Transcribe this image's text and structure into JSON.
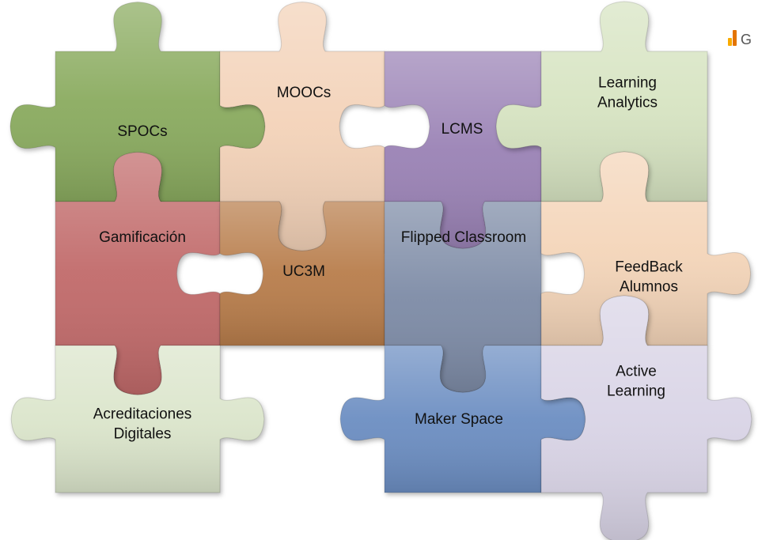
{
  "pieces": [
    {
      "id": "spocs",
      "lines": [
        "SPOCs"
      ],
      "color": "#8aab5e"
    },
    {
      "id": "moocs",
      "lines": [
        "MOOCs"
      ],
      "color": "#f3d2b8"
    },
    {
      "id": "lcms",
      "lines": [
        "LCMS"
      ],
      "color": "#9a82b5"
    },
    {
      "id": "learning-analytics",
      "lines": [
        "Learning",
        "Analytics"
      ],
      "color": "#d7e4c2"
    },
    {
      "id": "gamificacion",
      "lines": [
        "Gamificación"
      ],
      "color": "#c16b6b"
    },
    {
      "id": "uc3m",
      "lines": [
        "UC3M"
      ],
      "color": "#b87d4c"
    },
    {
      "id": "flipped-classroom",
      "lines": [
        "Flipped Classroom"
      ],
      "color": "#7d8ba6"
    },
    {
      "id": "feedback-alumnos",
      "lines": [
        "FeedBack",
        "Alumnos"
      ],
      "color": "#f4d5b9"
    },
    {
      "id": "acreditaciones-digitales",
      "lines": [
        "Acreditaciones",
        "Digitales"
      ],
      "color": "#dbe5cb"
    },
    {
      "id": "maker-space",
      "lines": [
        "Maker Space"
      ],
      "color": "#6c8ec2"
    },
    {
      "id": "active-learning",
      "lines": [
        "Active",
        "Learning"
      ],
      "color": "#d9d4e6"
    }
  ],
  "logo": {
    "icon": "analytics-bars-icon",
    "text": "G",
    "colors": [
      "#f9ab00",
      "#e37400"
    ]
  }
}
